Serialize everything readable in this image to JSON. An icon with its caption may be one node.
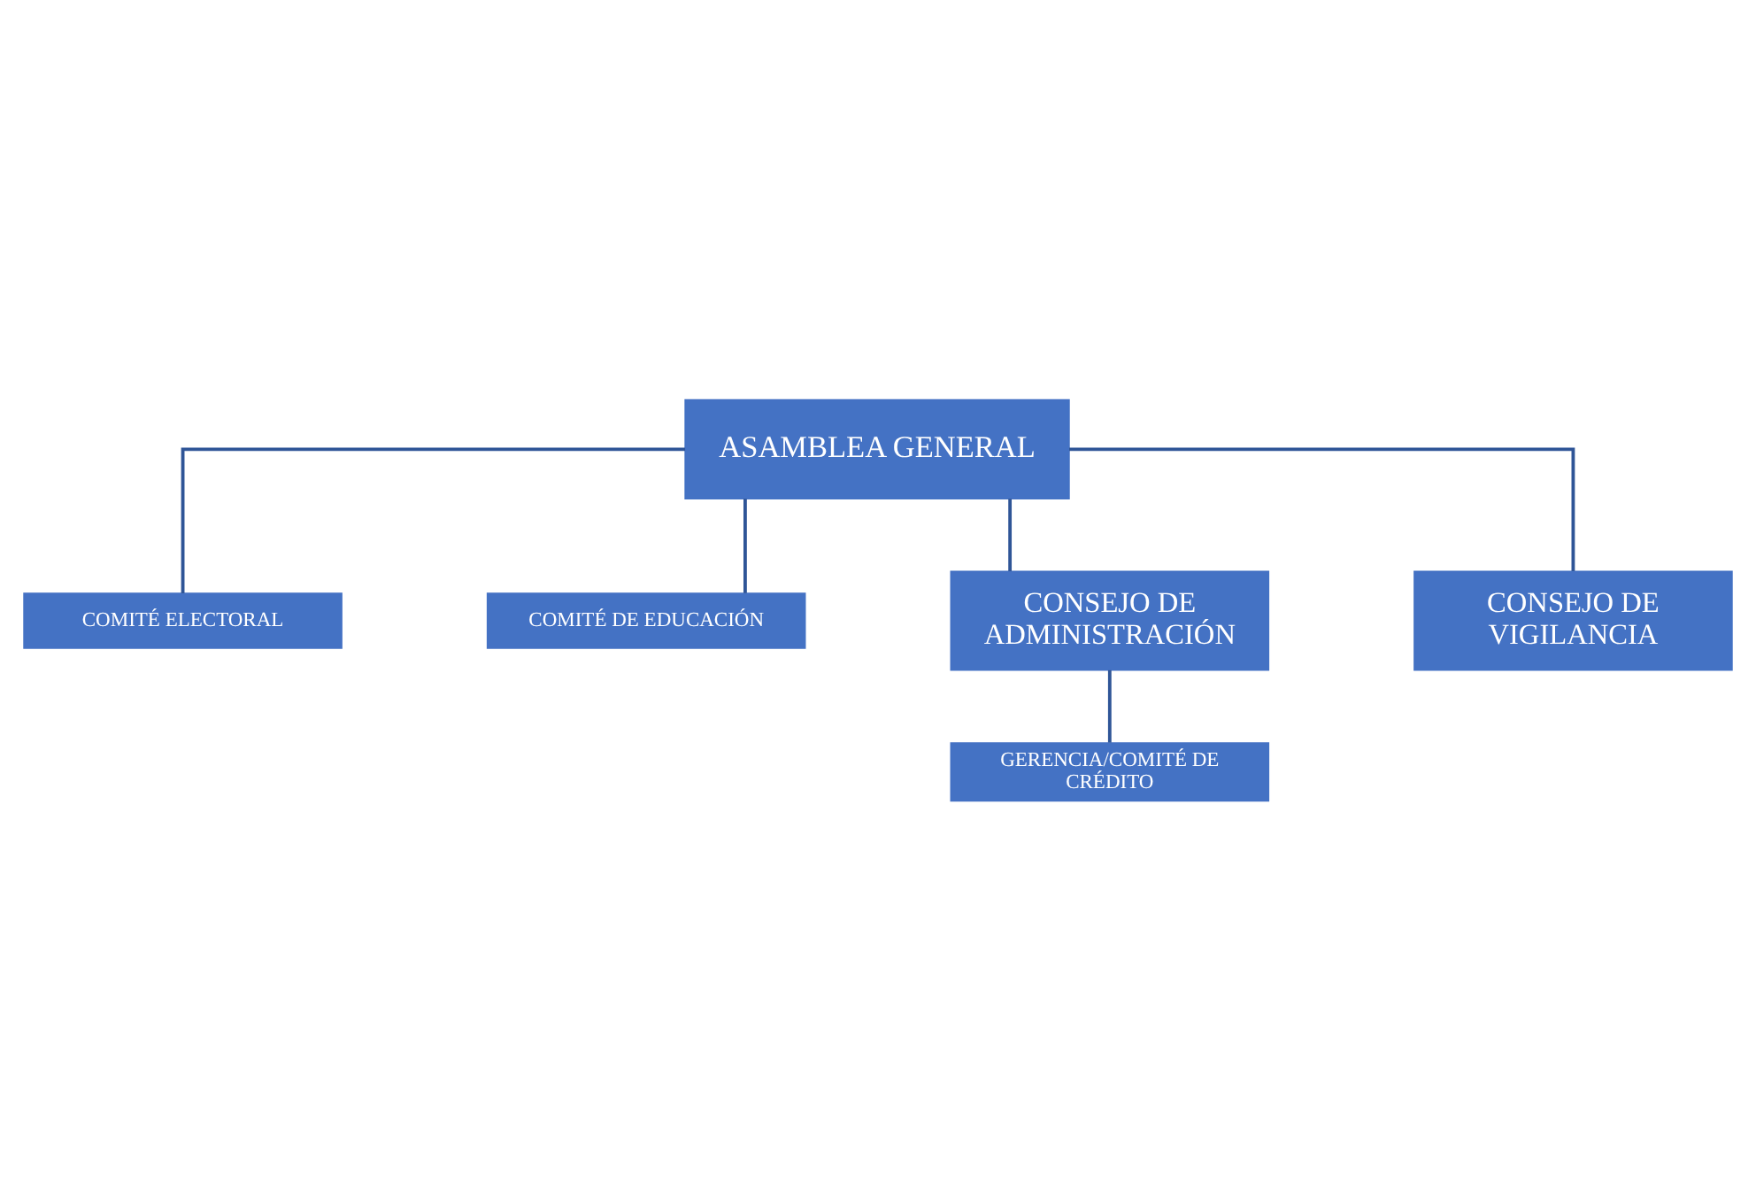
{
  "diagram": {
    "nodes": [
      {
        "text": [
          "ASAMBLEA GENERAL"
        ]
      },
      {
        "text": [
          "COMITÉ ELECTORAL"
        ]
      },
      {
        "text": [
          "COMITÉ DE EDUCACIÓN"
        ]
      },
      {
        "text": [
          "CONSEJO DE ADMINISTRACIÓN"
        ]
      },
      {
        "text": [
          "CONSEJO DE VIGILANCIA"
        ]
      },
      {
        "text": [
          "GERENCIA/COMITÉ DE CRÉDITO"
        ]
      }
    ],
    "edges": [
      {
        "from": 0,
        "to": 1,
        "arrow": "none"
      },
      {
        "from": 0,
        "to": 2,
        "arrow": "none"
      },
      {
        "from": 0,
        "to": 3,
        "arrow": "none"
      },
      {
        "from": 0,
        "to": 4,
        "arrow": "none"
      },
      {
        "from": 3,
        "to": 5,
        "arrow": "none"
      }
    ]
  }
}
